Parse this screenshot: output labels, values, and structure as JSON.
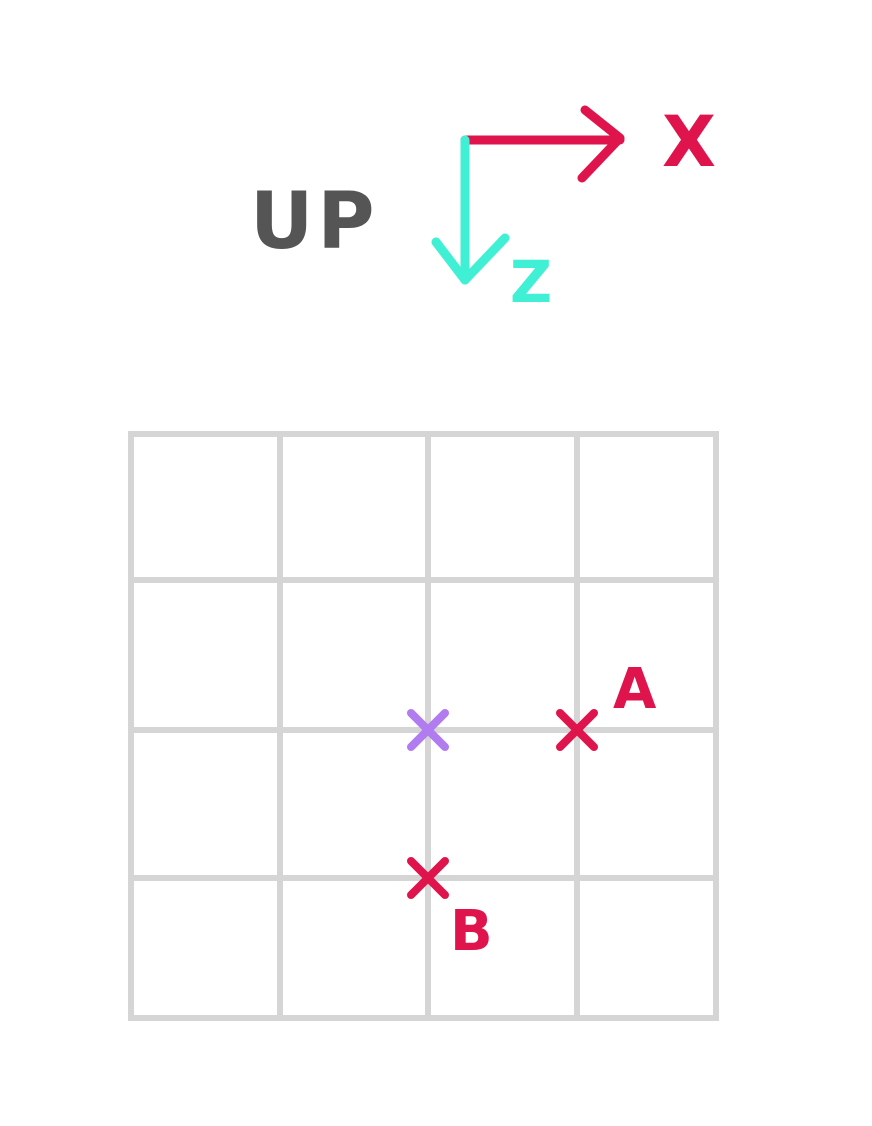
{
  "view_label": "UP",
  "axes": {
    "x": {
      "label": "X",
      "color": "#e0144c"
    },
    "z": {
      "label": "Z",
      "color": "#3ff0d4"
    }
  },
  "grid": {
    "columns": 4,
    "rows": 4,
    "line_color": "#d5d5d5"
  },
  "markers": [
    {
      "id": "center",
      "label": "",
      "color": "#b07cf0",
      "col": 2,
      "row": 2
    },
    {
      "id": "A",
      "label": "A",
      "color": "#e0144c",
      "col": 3,
      "row": 2
    },
    {
      "id": "B",
      "label": "B",
      "color": "#e0144c",
      "col": 2,
      "row": 3
    }
  ],
  "colors": {
    "text": "#555555",
    "background": "#ffffff"
  }
}
